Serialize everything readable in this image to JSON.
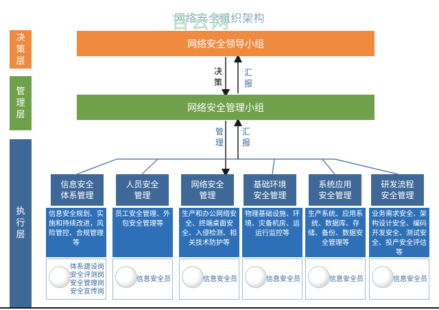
{
  "title": "网络安全组织架构",
  "watermark": "吉云网",
  "layers": {
    "decision": "决策层",
    "manage": "管理层",
    "exec": "执行层"
  },
  "top_bar": "网络安全领导小组",
  "middle_bar": "网络安全管理小组",
  "arrows": {
    "decide": [
      "决",
      "策"
    ],
    "report1": [
      "汇",
      "报"
    ],
    "manage": [
      "管",
      "理"
    ],
    "report2": [
      "汇",
      "报"
    ]
  },
  "departments": [
    {
      "name": "信息安全\n体系管理",
      "duty": "信息安全规划、实施和持续改进，风险管控、合规管理等",
      "staff": "体系建设岗\n安全评测岗\n安全管理岗\n安全宣传岗"
    },
    {
      "name": "人员安全\n管理",
      "duty": "员工安全管理、外包安全管理等",
      "staff": "信息安全员"
    },
    {
      "name": "网络安全\n管理",
      "duty": "生产和办公网络安全、终端桌面安全、入侵检测、相关技术防护等",
      "staff": "信息安全员"
    },
    {
      "name": "基础环境\n安全管理",
      "duty": "物理基础设施、环境、灾备机房、运运行监控等",
      "staff": "信息安全员"
    },
    {
      "name": "系统应用\n安全管理",
      "duty": "生产系统、应用系统、数据库、存储、备份、数据安全管理等",
      "staff": "信息安全员"
    },
    {
      "name": "研发流程\n安全管理",
      "duty": "业务需求安全、架构设计安全、编码开发安全、测试安全、投产安全评估等",
      "staff": "信息安全员"
    }
  ]
}
